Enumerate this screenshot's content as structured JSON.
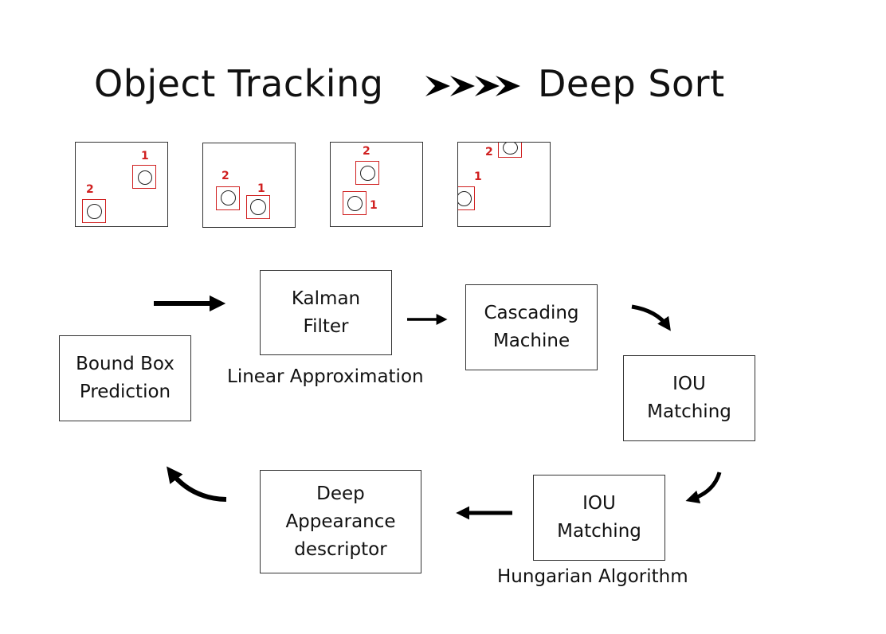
{
  "title": {
    "left": "Object Tracking",
    "right": "Deep Sort"
  },
  "frames": [
    {
      "labels": [
        "1",
        "2"
      ]
    },
    {
      "labels": [
        "2",
        "1"
      ]
    },
    {
      "labels": [
        "2",
        "1"
      ]
    },
    {
      "labels": [
        "2",
        "1"
      ]
    }
  ],
  "nodes": {
    "kalman": "Kalman\nFilter",
    "cascading": "Cascading\nMachine",
    "bound_box": "Bound Box\nPrediction",
    "iou_top": "IOU\nMatching",
    "iou_bottom": "IOU\nMatching",
    "deep_appearance": "Deep\nAppearance\ndescriptor"
  },
  "captions": {
    "linear": "Linear Approximation",
    "hungarian": "Hungarian Algorithm"
  }
}
